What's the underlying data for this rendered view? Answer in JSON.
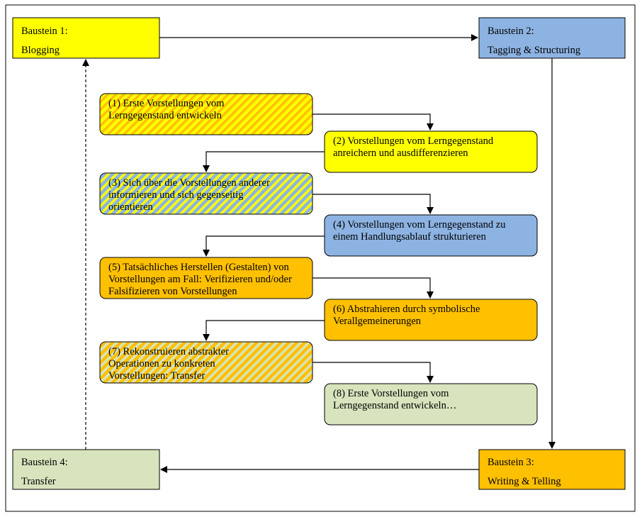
{
  "colors": {
    "yellow": "#ffff00",
    "blue": "#8db3e2",
    "orange": "#ffc000",
    "green": "#d7e4bd",
    "frame": "#000000"
  },
  "bausteine": [
    {
      "line1": "Baustein 1:",
      "line2": "Blogging",
      "color": "#ffff00"
    },
    {
      "line1": "Baustein 2:",
      "line2": "Tagging & Structuring",
      "color": "#8db3e2"
    },
    {
      "line1": "Baustein 3:",
      "line2": "Writing & Telling",
      "color": "#ffc000"
    },
    {
      "line1": "Baustein 4:",
      "line2": "Transfer",
      "color": "#d7e4bd"
    }
  ],
  "steps": [
    {
      "text": "(1) Erste Vorstellungen vom Lerngegenstand entwickeln",
      "fill": "stripe-yellow-orange"
    },
    {
      "text": "(2) Vorstellungen vom Lerngegenstand anreichern und ausdifferenzieren",
      "fill": "#ffff00"
    },
    {
      "text": "(3) Sich über die Vorstellungen anderer informieren und sich gegenseitig orientieren",
      "fill": "stripe-blue-yellow"
    },
    {
      "text": "(4) Vorstellungen vom Lerngegenstand zu einem Handlungsablauf strukturieren",
      "fill": "#8db3e2"
    },
    {
      "text": "(5) Tatsächliches Herstellen (Gestalten) von Vorstellungen am Fall: Verifizieren und/oder Falsifizieren von Vorstellungen",
      "fill": "#ffc000"
    },
    {
      "text": "(6) Abstrahieren durch symbolische Verallgemeinerungen",
      "fill": "#ffc000"
    },
    {
      "text": "(7) Rekonstruieren abstrakter Operationen zu konkreten Vorstellungen: Transfer",
      "fill": "stripe-orange-green"
    },
    {
      "text": "(8) Erste Vorstellungen vom Lerngegenstand entwickeln…",
      "fill": "#d7e4bd"
    }
  ]
}
